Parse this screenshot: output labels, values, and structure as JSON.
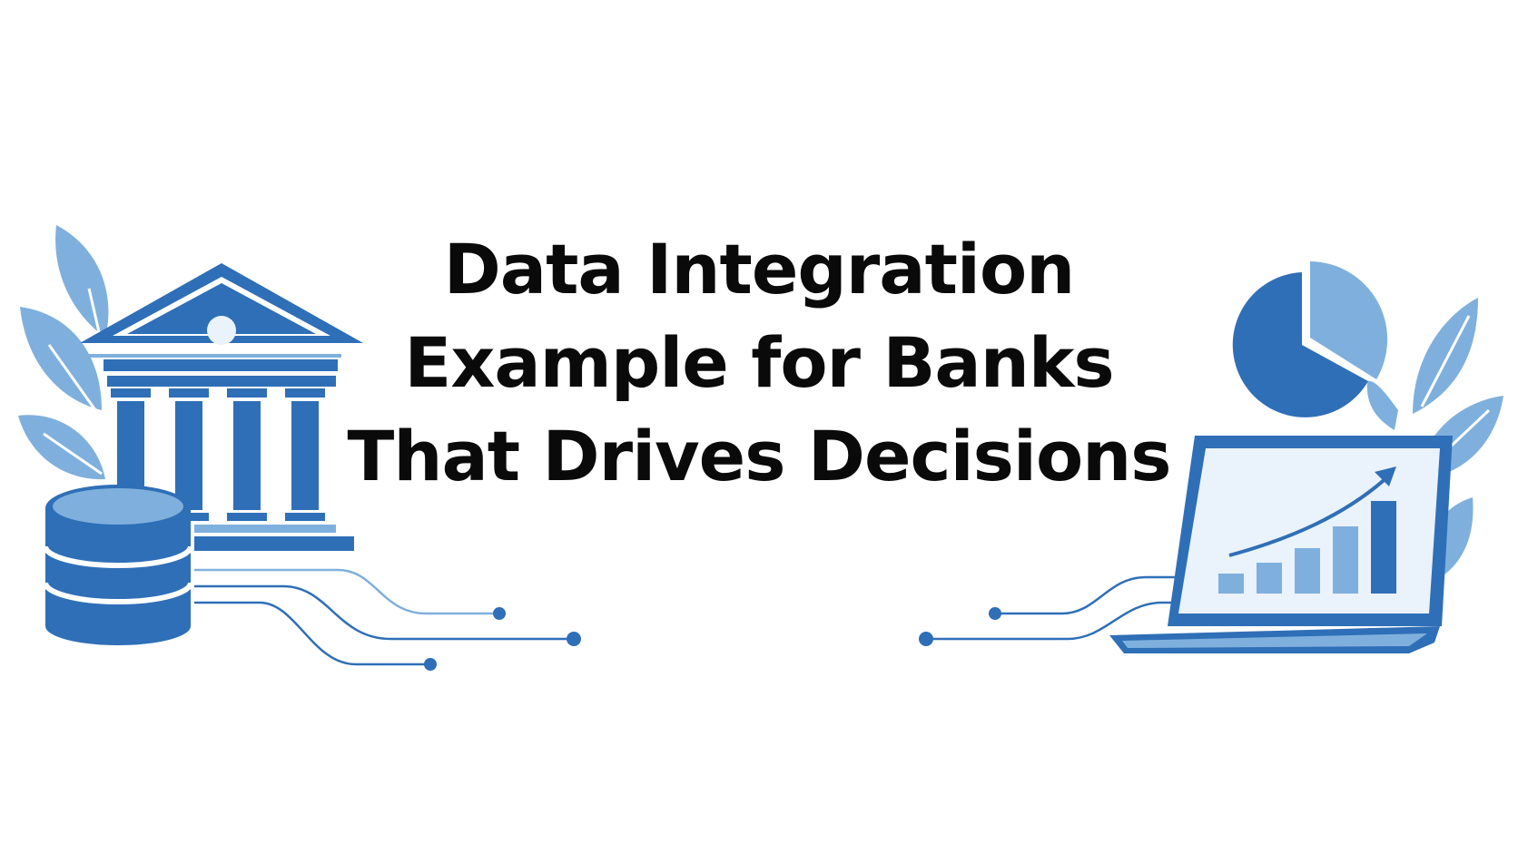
{
  "hero": {
    "title_lines": [
      "Data Integration",
      "Example for Banks",
      "That Drives Decisions"
    ]
  },
  "colors": {
    "primary_blue": "#2f6fb7",
    "light_blue": "#7fb0dd",
    "pale_blue": "#eaf2fb",
    "text": "#0a0a0a",
    "background": "#ffffff"
  },
  "icons": {
    "left": [
      "bank-icon",
      "database-icon",
      "leaf-icon",
      "circuit-lines-icon"
    ],
    "right": [
      "laptop-icon",
      "pie-chart-icon",
      "bar-chart-icon",
      "trend-arrow-icon",
      "leaf-icon",
      "circuit-lines-icon"
    ]
  }
}
